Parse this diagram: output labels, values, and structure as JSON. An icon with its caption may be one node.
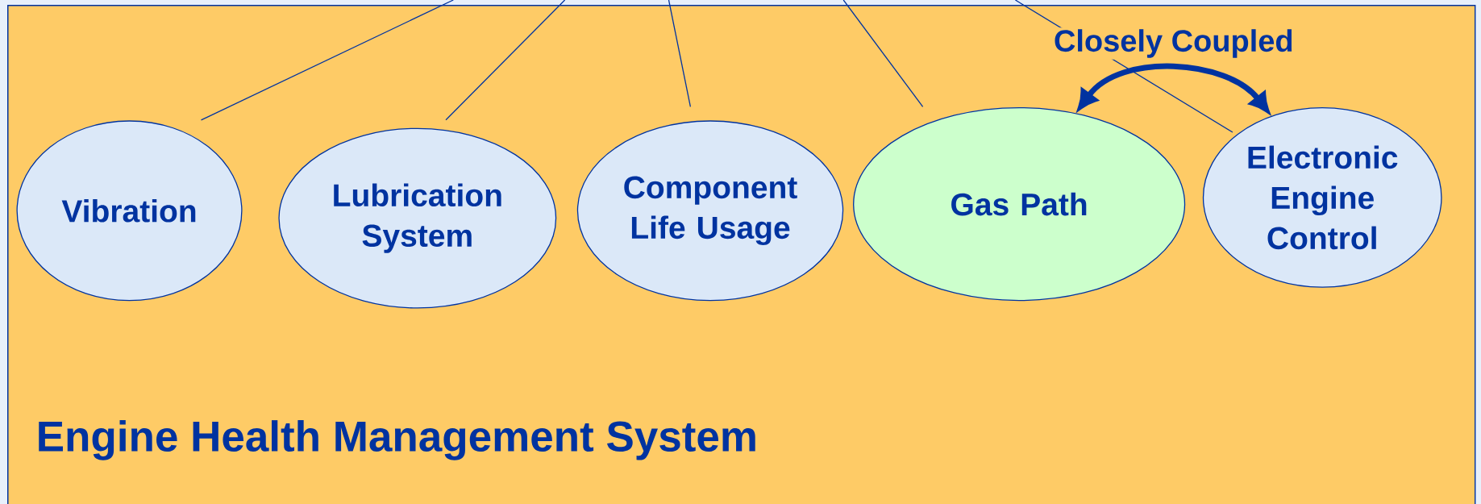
{
  "diagram": {
    "nodes": [
      {
        "text": [
          "Engine Health Management System"
        ]
      },
      {
        "text": [
          "Vibration"
        ],
        "in": 0
      },
      {
        "text": [
          "Lubrication System"
        ],
        "in": 0
      },
      {
        "text": [
          "Component Life Usage"
        ],
        "in": 0
      },
      {
        "text": [
          "Gas Path"
        ],
        "in": 0
      },
      {
        "text": [
          "Electronic Engine Control"
        ],
        "in": 0
      }
    ],
    "edges": [
      {
        "from": null,
        "to": 1,
        "arrow": "none"
      },
      {
        "from": null,
        "to": 2,
        "arrow": "none"
      },
      {
        "from": null,
        "to": 3,
        "arrow": "none"
      },
      {
        "from": null,
        "to": 4,
        "arrow": "none"
      },
      {
        "from": null,
        "to": 5,
        "arrow": "none"
      },
      {
        "from": 4,
        "to": 5,
        "arrow": "both",
        "label": "Closely Coupled",
        "style": "thick"
      }
    ]
  }
}
